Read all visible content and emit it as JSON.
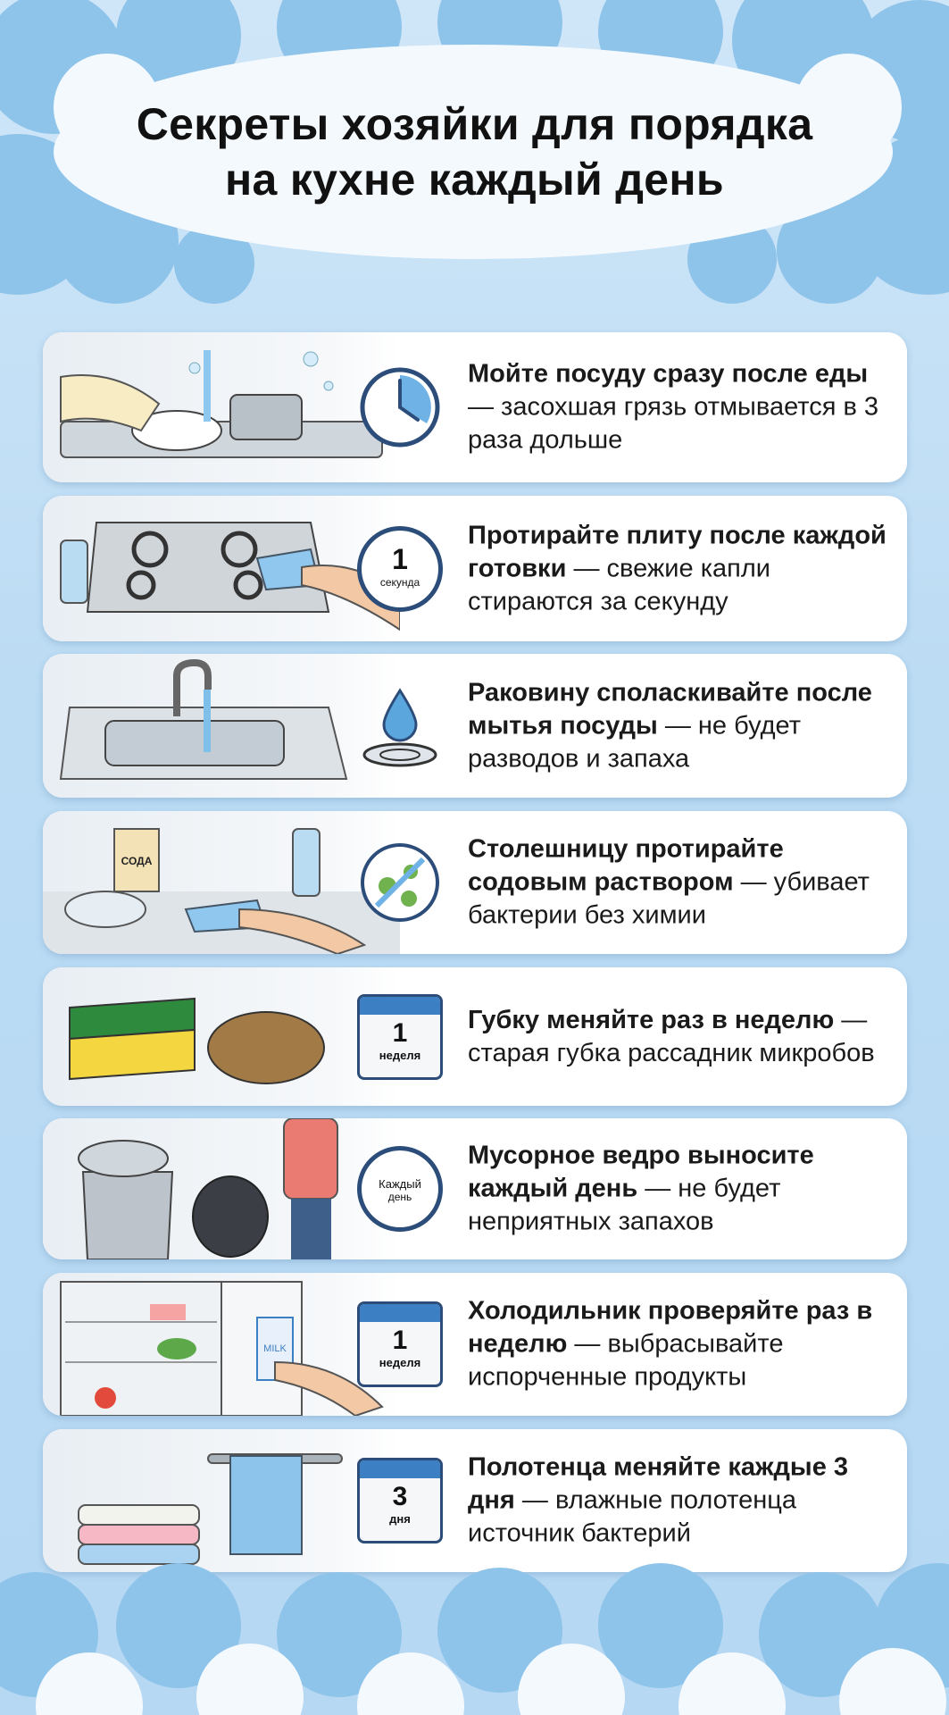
{
  "title": {
    "line1": "Секреты хозяйки для порядка",
    "line2": "на кухне каждый день"
  },
  "tips": [
    {
      "bold": "Мойте посуду сразу после еды",
      "rest": " — засохшая грязь отмывается в 3 раза дольше",
      "icon": "clock-icon",
      "badge_num": "",
      "badge_label": ""
    },
    {
      "bold": "Протирайте плиту после каждой готовки",
      "rest": " — свежие капли стираются за секунду",
      "icon": "stopwatch-icon",
      "badge_num": "1",
      "badge_label": "секунда"
    },
    {
      "bold": "Раковину споласкивайте после мытья посуды",
      "rest": " — не будет разводов и запаха",
      "icon": "water-drop-drain-icon",
      "badge_num": "",
      "badge_label": ""
    },
    {
      "bold": "Столешницу протирайте содовым раствором",
      "rest": " — убивает бактерии без химии",
      "icon": "no-bacteria-icon",
      "badge_num": "",
      "badge_label": ""
    },
    {
      "bold": "Губку меняйте раз в неделю",
      "rest": " — старая губка рассадник микробов",
      "icon": "calendar-icon",
      "badge_num": "1",
      "badge_label": "неделя"
    },
    {
      "bold": "Мусорное ведро выносите каждый день",
      "rest": " — не будет неприятных запахов",
      "icon": "clock-icon",
      "badge_num": "Каждый",
      "badge_label": "день"
    },
    {
      "bold": "Холодильник проверяйте раз в неделю",
      "rest": " — выбрасывайте испорченные продукты",
      "icon": "calendar-icon",
      "badge_num": "1",
      "badge_label": "неделя"
    },
    {
      "bold": "Полотенца меняйте каждые 3 дня",
      "rest": " — влажные полотенца источник бактерий",
      "icon": "calendar-icon",
      "badge_num": "3",
      "badge_label": "дня"
    }
  ],
  "illustration_labels": {
    "soda_box": "СОДА",
    "milk": "MILK"
  },
  "colors": {
    "accent": "#2f6fb0",
    "card": "#ffffff",
    "water": "#7fc0ea"
  }
}
